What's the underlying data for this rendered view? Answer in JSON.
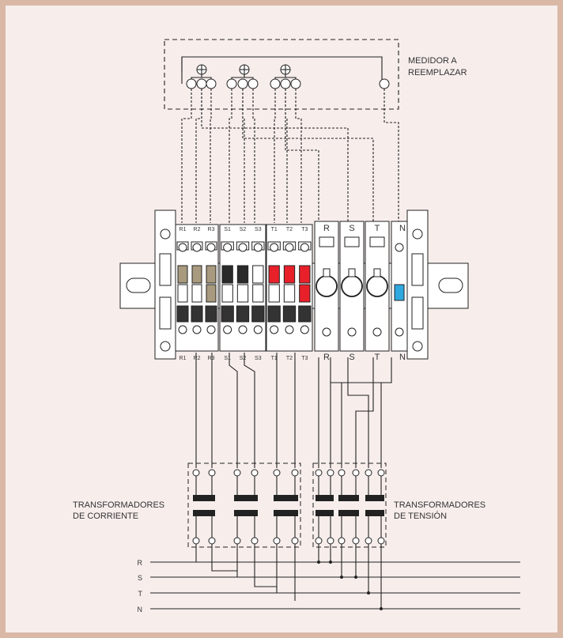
{
  "meter_label": [
    "MEDIDOR A",
    "REEMPLAZAR"
  ],
  "ct_label": [
    "TRANSFORMADORES",
    "DE CORRIENTE"
  ],
  "vt_label": [
    "TRANSFORMADORES",
    "DE TENSIÓN"
  ],
  "terminal_top_labels": [
    "R1",
    "R2",
    "R3",
    "S1",
    "S2",
    "S3",
    "T1",
    "T2",
    "T3",
    "R",
    "S",
    "T",
    "N"
  ],
  "terminal_bottom_labels": [
    "R1",
    "R2",
    "R3",
    "S1",
    "S2",
    "S3",
    "T1",
    "T2",
    "T3",
    "R",
    "S",
    "T",
    "N"
  ],
  "phase_lines": [
    "R",
    "S",
    "T",
    "N"
  ],
  "colors": {
    "background_frame": "#d9b8a6",
    "panel": "#f7eeec",
    "r_phase_module": "#a89a7e",
    "s_phase_module": "#2a2a2a",
    "t_phase_module": "#e8202a",
    "neutral_module": "#2fa8e0",
    "line": "#222222"
  },
  "icons": [
    "screw-icon",
    "fuse-icon",
    "din-rail",
    "transformer-core"
  ]
}
